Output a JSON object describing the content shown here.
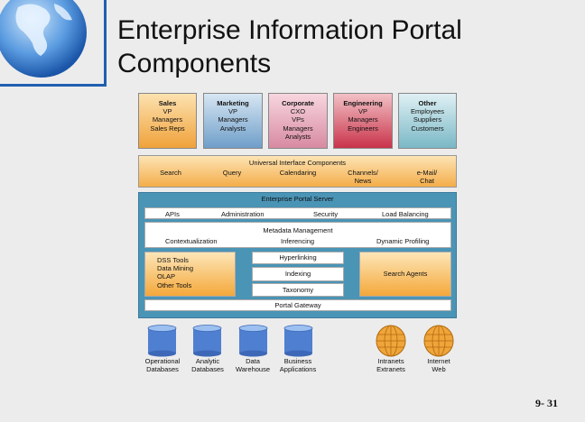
{
  "slide": {
    "title_line1": "Enterprise Information Portal",
    "title_line2": "Components",
    "page_number": "9- 31"
  },
  "users": [
    {
      "heading": "Sales",
      "lines": [
        "VP",
        "Managers",
        "Sales Reps"
      ]
    },
    {
      "heading": "Marketing",
      "lines": [
        "VP",
        "Managers",
        "Analysts"
      ]
    },
    {
      "heading": "Corporate",
      "lines": [
        "CXO",
        "VPs",
        "Managers",
        "Analysts"
      ]
    },
    {
      "heading": "Engineering",
      "lines": [
        "VP",
        "Managers",
        "Engineers"
      ]
    },
    {
      "heading": "Other",
      "lines": [
        "Employees",
        "Suppliers",
        "Customers"
      ]
    }
  ],
  "uic": {
    "title": "Universal Interface Components",
    "items": [
      "Search",
      "Query",
      "Calendaring",
      "Channels/",
      "News",
      "e-Mail/",
      "Chat"
    ]
  },
  "eps": {
    "title": "Enterprise Portal Server",
    "row1": [
      "APIs",
      "Administration",
      "Security",
      "Load Balancing"
    ],
    "metadata": "Metadata Management",
    "row2": [
      "Contextualization",
      "Inferencing",
      "Dynamic Profiling"
    ],
    "tools": [
      "DSS Tools",
      "Data Mining",
      "OLAP",
      "Other Tools"
    ],
    "middle": [
      "Hyperlinking",
      "Indexing",
      "Taxonomy"
    ],
    "search_agents": "Search Agents",
    "gateway": "Portal Gateway"
  },
  "sources": [
    {
      "line1": "Operational",
      "line2": "Databases"
    },
    {
      "line1": "Analytic",
      "line2": "Databases"
    },
    {
      "line1": "Data",
      "line2": "Warehouse"
    },
    {
      "line1": "Business",
      "line2": "Applications"
    },
    {
      "line1": "Intranets",
      "line2": "Extranets"
    },
    {
      "line1": "Internet",
      "line2": "Web"
    }
  ],
  "colors": {
    "accent": "#1f5fb0",
    "server": "#4a94b6",
    "orange": "#f4a83a"
  }
}
